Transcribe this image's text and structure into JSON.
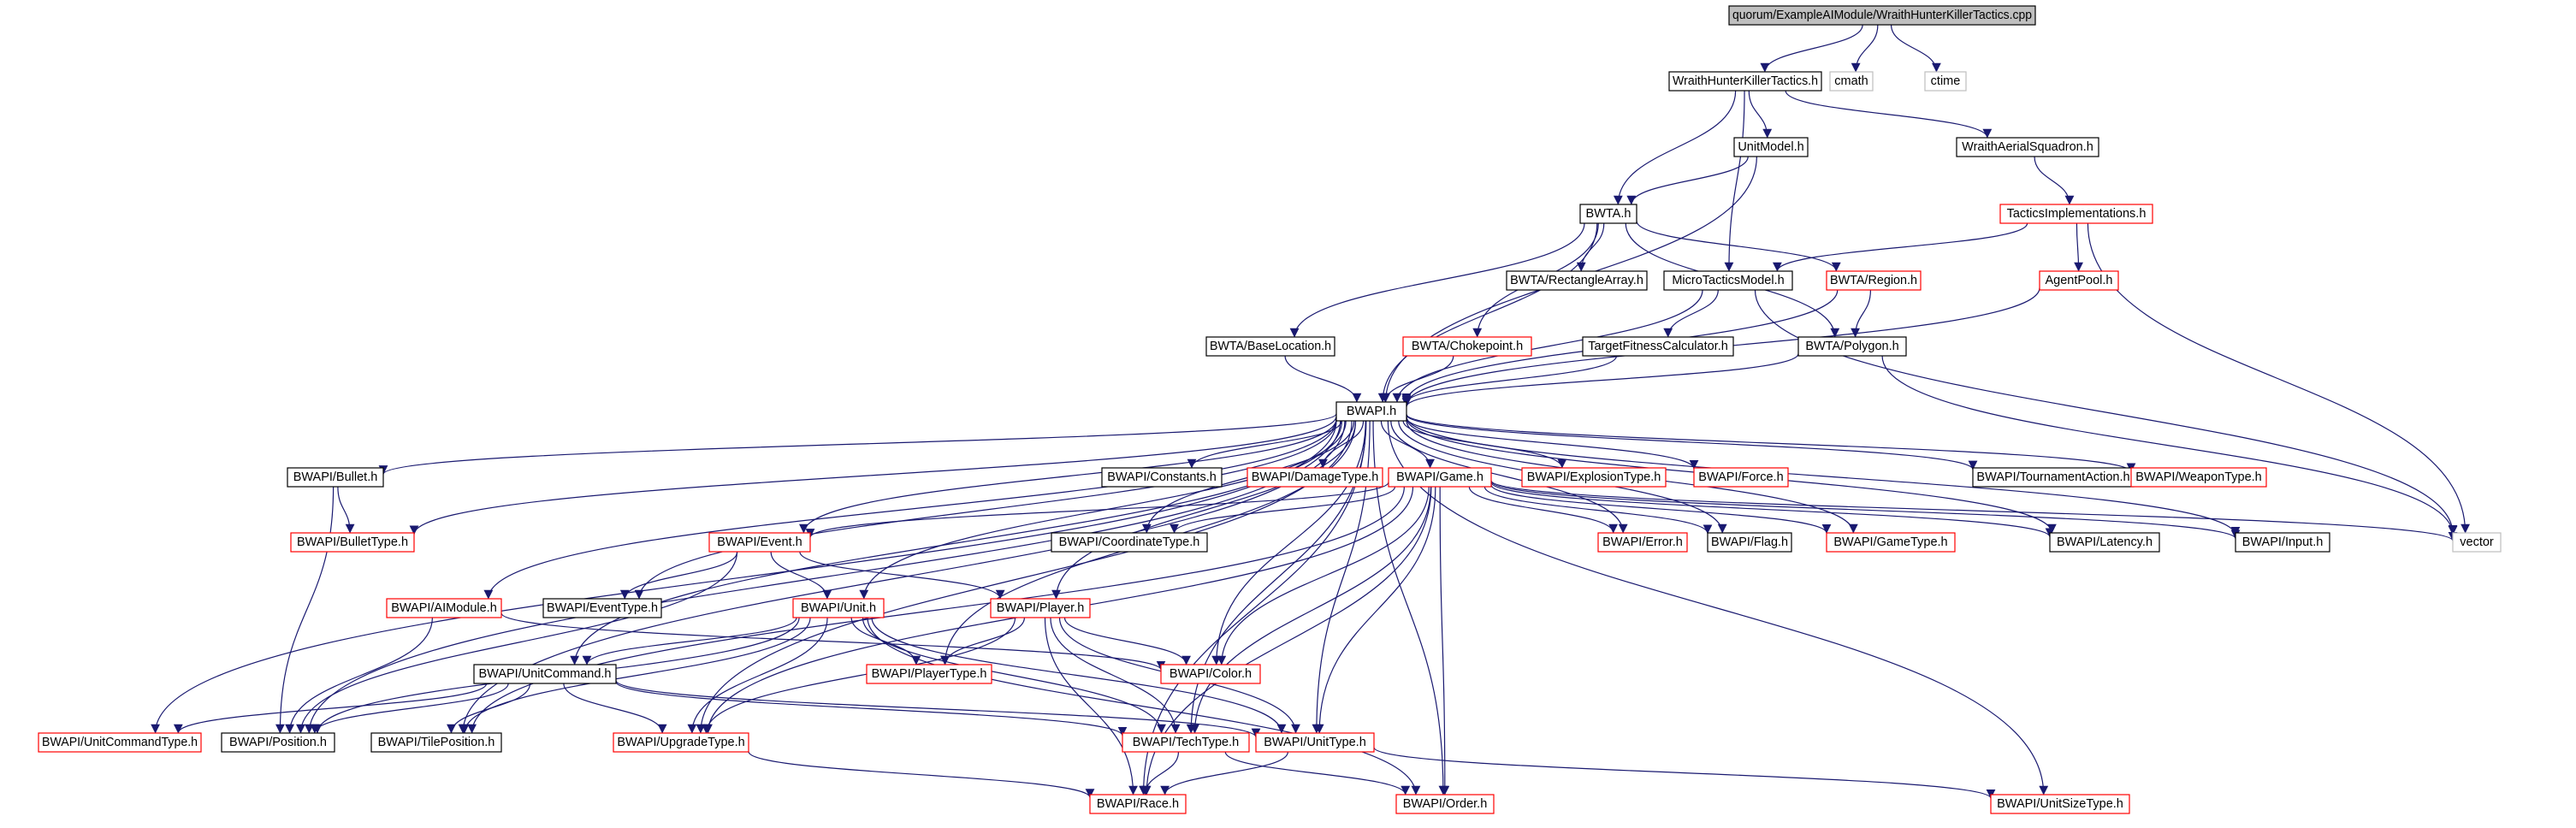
{
  "colors": {
    "edge": "#191970",
    "border_default": "#000000",
    "border_red": "#ff0000",
    "border_gray": "#bfbfbf",
    "root_fill": "#bfbfbf",
    "fill": "#ffffff"
  },
  "nodes": [
    {
      "id": "root",
      "label": "quorum/ExampleAIModule/WraithHunterKillerTactics.cpp",
      "style": "root"
    },
    {
      "id": "whkt",
      "label": "WraithHunterKillerTactics.h",
      "style": "black"
    },
    {
      "id": "cmath",
      "label": "cmath",
      "style": "gray"
    },
    {
      "id": "ctime",
      "label": "ctime",
      "style": "gray"
    },
    {
      "id": "unitmodel",
      "label": "UnitModel.h",
      "style": "black"
    },
    {
      "id": "was",
      "label": "WraithAerialSquadron.h",
      "style": "black"
    },
    {
      "id": "bwta",
      "label": "BWTA.h",
      "style": "black"
    },
    {
      "id": "tactimpl",
      "label": "TacticsImplementations.h",
      "style": "red"
    },
    {
      "id": "rectarray",
      "label": "BWTA/RectangleArray.h",
      "style": "black"
    },
    {
      "id": "microtm",
      "label": "MicroTacticsModel.h",
      "style": "black"
    },
    {
      "id": "region",
      "label": "BWTA/Region.h",
      "style": "red"
    },
    {
      "id": "agentpool",
      "label": "AgentPool.h",
      "style": "red"
    },
    {
      "id": "baseloc",
      "label": "BWTA/BaseLocation.h",
      "style": "black"
    },
    {
      "id": "chokepoint",
      "label": "BWTA/Chokepoint.h",
      "style": "red"
    },
    {
      "id": "tfc",
      "label": "TargetFitnessCalculator.h",
      "style": "black"
    },
    {
      "id": "polygon",
      "label": "BWTA/Polygon.h",
      "style": "black"
    },
    {
      "id": "bwapi",
      "label": "BWAPI.h",
      "style": "black"
    },
    {
      "id": "bullet",
      "label": "BWAPI/Bullet.h",
      "style": "black"
    },
    {
      "id": "constants",
      "label": "BWAPI/Constants.h",
      "style": "black"
    },
    {
      "id": "damagetype",
      "label": "BWAPI/DamageType.h",
      "style": "red"
    },
    {
      "id": "game",
      "label": "BWAPI/Game.h",
      "style": "red"
    },
    {
      "id": "explosion",
      "label": "BWAPI/ExplosionType.h",
      "style": "red"
    },
    {
      "id": "force",
      "label": "BWAPI/Force.h",
      "style": "red"
    },
    {
      "id": "tournament",
      "label": "BWAPI/TournamentAction.h",
      "style": "black"
    },
    {
      "id": "weapontype",
      "label": "BWAPI/WeaponType.h",
      "style": "red"
    },
    {
      "id": "bullettype",
      "label": "BWAPI/BulletType.h",
      "style": "red"
    },
    {
      "id": "coordtype",
      "label": "BWAPI/CoordinateType.h",
      "style": "black"
    },
    {
      "id": "error",
      "label": "BWAPI/Error.h",
      "style": "red"
    },
    {
      "id": "flag",
      "label": "BWAPI/Flag.h",
      "style": "black"
    },
    {
      "id": "gametype",
      "label": "BWAPI/GameType.h",
      "style": "red"
    },
    {
      "id": "latency",
      "label": "BWAPI/Latency.h",
      "style": "black"
    },
    {
      "id": "input",
      "label": "BWAPI/Input.h",
      "style": "black"
    },
    {
      "id": "vector",
      "label": "vector",
      "style": "gray"
    },
    {
      "id": "event",
      "label": "BWAPI/Event.h",
      "style": "red"
    },
    {
      "id": "eventtype",
      "label": "BWAPI/EventType.h",
      "style": "black"
    },
    {
      "id": "aimodule",
      "label": "BWAPI/AIModule.h",
      "style": "red"
    },
    {
      "id": "unit",
      "label": "BWAPI/Unit.h",
      "style": "red"
    },
    {
      "id": "player",
      "label": "BWAPI/Player.h",
      "style": "red"
    },
    {
      "id": "unitcmd",
      "label": "BWAPI/UnitCommand.h",
      "style": "black"
    },
    {
      "id": "playertype",
      "label": "BWAPI/PlayerType.h",
      "style": "red"
    },
    {
      "id": "color",
      "label": "BWAPI/Color.h",
      "style": "red"
    },
    {
      "id": "uct",
      "label": "BWAPI/UnitCommandType.h",
      "style": "red"
    },
    {
      "id": "position",
      "label": "BWAPI/Position.h",
      "style": "black"
    },
    {
      "id": "tilepos",
      "label": "BWAPI/TilePosition.h",
      "style": "black"
    },
    {
      "id": "upgrade",
      "label": "BWAPI/UpgradeType.h",
      "style": "red"
    },
    {
      "id": "techtype",
      "label": "BWAPI/TechType.h",
      "style": "red"
    },
    {
      "id": "unittype",
      "label": "BWAPI/UnitType.h",
      "style": "red"
    },
    {
      "id": "race",
      "label": "BWAPI/Race.h",
      "style": "red"
    },
    {
      "id": "order",
      "label": "BWAPI/Order.h",
      "style": "red"
    },
    {
      "id": "unitsize",
      "label": "BWAPI/UnitSizeType.h",
      "style": "red"
    }
  ],
  "edges": [
    [
      "root",
      "whkt"
    ],
    [
      "root",
      "cmath"
    ],
    [
      "root",
      "ctime"
    ],
    [
      "whkt",
      "unitmodel"
    ],
    [
      "whkt",
      "was"
    ],
    [
      "whkt",
      "bwta"
    ],
    [
      "whkt",
      "microtm"
    ],
    [
      "unitmodel",
      "bwta"
    ],
    [
      "unitmodel",
      "bwapi"
    ],
    [
      "was",
      "tactimpl"
    ],
    [
      "tactimpl",
      "microtm"
    ],
    [
      "tactimpl",
      "agentpool"
    ],
    [
      "tactimpl",
      "vector"
    ],
    [
      "agentpool",
      "bwapi"
    ],
    [
      "bwta",
      "rectarray"
    ],
    [
      "bwta",
      "region"
    ],
    [
      "bwta",
      "polygon"
    ],
    [
      "bwta",
      "baseloc"
    ],
    [
      "bwta",
      "chokepoint"
    ],
    [
      "bwta",
      "bwapi"
    ],
    [
      "region",
      "polygon"
    ],
    [
      "region",
      "bwapi"
    ],
    [
      "microtm",
      "tfc"
    ],
    [
      "microtm",
      "bwapi"
    ],
    [
      "microtm",
      "vector"
    ],
    [
      "polygon",
      "bwapi"
    ],
    [
      "polygon",
      "vector"
    ],
    [
      "baseloc",
      "bwapi"
    ],
    [
      "chokepoint",
      "bwapi"
    ],
    [
      "tfc",
      "bwapi"
    ],
    [
      "bwapi",
      "bullet"
    ],
    [
      "bwapi",
      "bullettype"
    ],
    [
      "bwapi",
      "constants"
    ],
    [
      "bwapi",
      "damagetype"
    ],
    [
      "bwapi",
      "game"
    ],
    [
      "bwapi",
      "explosion"
    ],
    [
      "bwapi",
      "force"
    ],
    [
      "bwapi",
      "tournament"
    ],
    [
      "bwapi",
      "weapontype"
    ],
    [
      "bwapi",
      "coordtype"
    ],
    [
      "bwapi",
      "error"
    ],
    [
      "bwapi",
      "flag"
    ],
    [
      "bwapi",
      "gametype"
    ],
    [
      "bwapi",
      "latency"
    ],
    [
      "bwapi",
      "input"
    ],
    [
      "bwapi",
      "event"
    ],
    [
      "bwapi",
      "eventtype"
    ],
    [
      "bwapi",
      "aimodule"
    ],
    [
      "bwapi",
      "unit"
    ],
    [
      "bwapi",
      "player"
    ],
    [
      "bwapi",
      "unitcmd"
    ],
    [
      "bwapi",
      "playertype"
    ],
    [
      "bwapi",
      "color"
    ],
    [
      "bwapi",
      "uct"
    ],
    [
      "bwapi",
      "position"
    ],
    [
      "bwapi",
      "tilepos"
    ],
    [
      "bwapi",
      "upgrade"
    ],
    [
      "bwapi",
      "techtype"
    ],
    [
      "bwapi",
      "unittype"
    ],
    [
      "bwapi",
      "race"
    ],
    [
      "bwapi",
      "order"
    ],
    [
      "bwapi",
      "unitsize"
    ],
    [
      "bullet",
      "bullettype"
    ],
    [
      "bullet",
      "position"
    ],
    [
      "game",
      "event"
    ],
    [
      "game",
      "coordtype"
    ],
    [
      "game",
      "error"
    ],
    [
      "game",
      "flag"
    ],
    [
      "game",
      "gametype"
    ],
    [
      "game",
      "latency"
    ],
    [
      "game",
      "input"
    ],
    [
      "game",
      "vector"
    ],
    [
      "game",
      "color"
    ],
    [
      "game",
      "unittype"
    ],
    [
      "game",
      "techtype"
    ],
    [
      "game",
      "upgrade"
    ],
    [
      "game",
      "race"
    ],
    [
      "game",
      "order"
    ],
    [
      "game",
      "tilepos"
    ],
    [
      "event",
      "eventtype"
    ],
    [
      "event",
      "unit"
    ],
    [
      "event",
      "player"
    ],
    [
      "event",
      "position"
    ],
    [
      "aimodule",
      "position"
    ],
    [
      "aimodule",
      "color"
    ],
    [
      "unit",
      "unitcmd"
    ],
    [
      "unit",
      "position"
    ],
    [
      "unit",
      "tilepos"
    ],
    [
      "unit",
      "upgrade"
    ],
    [
      "unit",
      "techtype"
    ],
    [
      "unit",
      "unittype"
    ],
    [
      "unit",
      "order"
    ],
    [
      "unit",
      "playertype"
    ],
    [
      "player",
      "playertype"
    ],
    [
      "player",
      "color"
    ],
    [
      "player",
      "race"
    ],
    [
      "player",
      "techtype"
    ],
    [
      "player",
      "unittype"
    ],
    [
      "player",
      "upgrade"
    ],
    [
      "unitcmd",
      "uct"
    ],
    [
      "unitcmd",
      "position"
    ],
    [
      "unitcmd",
      "tilepos"
    ],
    [
      "unitcmd",
      "upgrade"
    ],
    [
      "unitcmd",
      "techtype"
    ],
    [
      "unitcmd",
      "unittype"
    ],
    [
      "upgrade",
      "race"
    ],
    [
      "techtype",
      "race"
    ],
    [
      "techtype",
      "order"
    ],
    [
      "unittype",
      "race"
    ],
    [
      "unittype",
      "unitsize"
    ]
  ]
}
